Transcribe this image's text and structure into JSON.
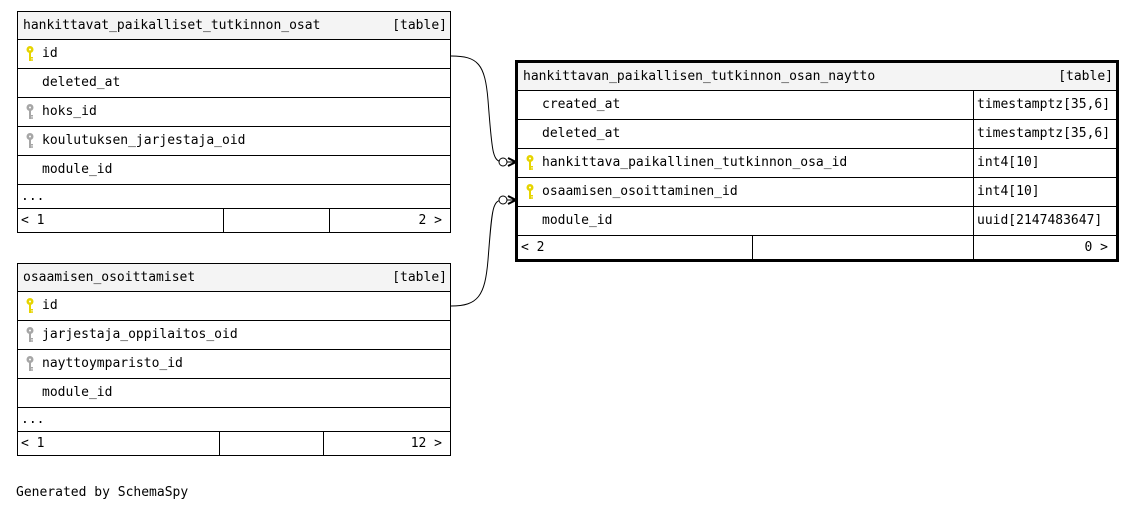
{
  "diagram": {
    "tables": [
      {
        "name": "hankittavat_paikalliset_tutkinnon_osat",
        "tag": "[table]",
        "columns": [
          {
            "name": "id",
            "key": "primary"
          },
          {
            "name": "deleted_at",
            "key": "none"
          },
          {
            "name": "hoks_id",
            "key": "foreign"
          },
          {
            "name": "koulutuksen_jarjestaja_oid",
            "key": "foreign"
          },
          {
            "name": "module_id",
            "key": "none"
          }
        ],
        "more": "...",
        "footer": {
          "left": "< 1",
          "right": "2 >"
        }
      },
      {
        "name": "osaamisen_osoittamiset",
        "tag": "[table]",
        "columns": [
          {
            "name": "id",
            "key": "primary"
          },
          {
            "name": "jarjestaja_oppilaitos_oid",
            "key": "foreign"
          },
          {
            "name": "nayttoymparisto_id",
            "key": "foreign"
          },
          {
            "name": "module_id",
            "key": "none"
          }
        ],
        "more": "...",
        "footer": {
          "left": "< 1",
          "right": "12 >"
        }
      },
      {
        "name": "hankittavan_paikallisen_tutkinnon_osan_naytto",
        "tag": "[table]",
        "columns": [
          {
            "name": "created_at",
            "type": "timestamptz[35,6]",
            "key": "none"
          },
          {
            "name": "deleted_at",
            "type": "timestamptz[35,6]",
            "key": "none"
          },
          {
            "name": "hankittava_paikallinen_tutkinnon_osa_id",
            "type": "int4[10]",
            "key": "primary"
          },
          {
            "name": "osaamisen_osoittaminen_id",
            "type": "int4[10]",
            "key": "primary"
          },
          {
            "name": "module_id",
            "type": "uuid[2147483647]",
            "key": "none"
          }
        ],
        "footer": {
          "left": "< 2",
          "right": "0 >"
        }
      }
    ],
    "relationships": [
      {
        "from": "hankittavat_paikalliset_tutkinnon_osat.id",
        "to": "hankittavan_paikallisen_tutkinnon_osan_naytto.hankittava_paikallinen_tutkinnon_osa_id"
      },
      {
        "from": "osaamisen_osoittamiset.id",
        "to": "hankittavan_paikallisen_tutkinnon_osan_naytto.osaamisen_osoittaminen_id"
      }
    ],
    "colors": {
      "primary_key": "#e6d400",
      "foreign_key": "#a6a6a6",
      "header_bg": "#f4f4f4"
    },
    "generated_by": "Generated by SchemaSpy"
  }
}
